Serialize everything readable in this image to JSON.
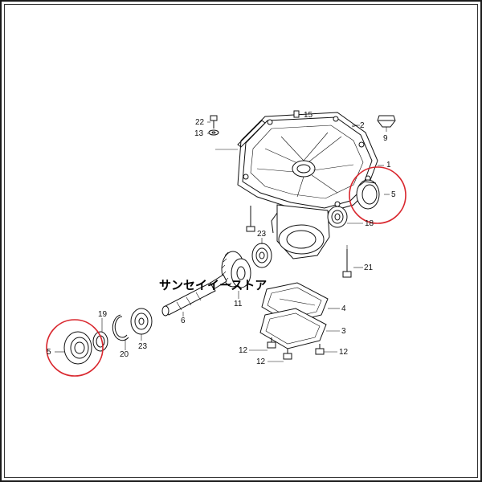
{
  "labels": {
    "l1": "1",
    "l2": "2",
    "l3": "3",
    "l4": "4",
    "l5a": "5",
    "l5b": "5",
    "l6": "6",
    "l9": "9",
    "l11": "11",
    "l12a": "12",
    "l12b": "12",
    "l12c": "12",
    "l13": "13",
    "l15": "15",
    "l18": "18",
    "l19": "19",
    "l20": "20",
    "l21": "21",
    "l22": "22",
    "l23a": "23",
    "l23b": "23"
  },
  "watermark": "サンセイイーストア",
  "colors": {
    "highlight": "#d9272e",
    "ink": "#111111"
  }
}
